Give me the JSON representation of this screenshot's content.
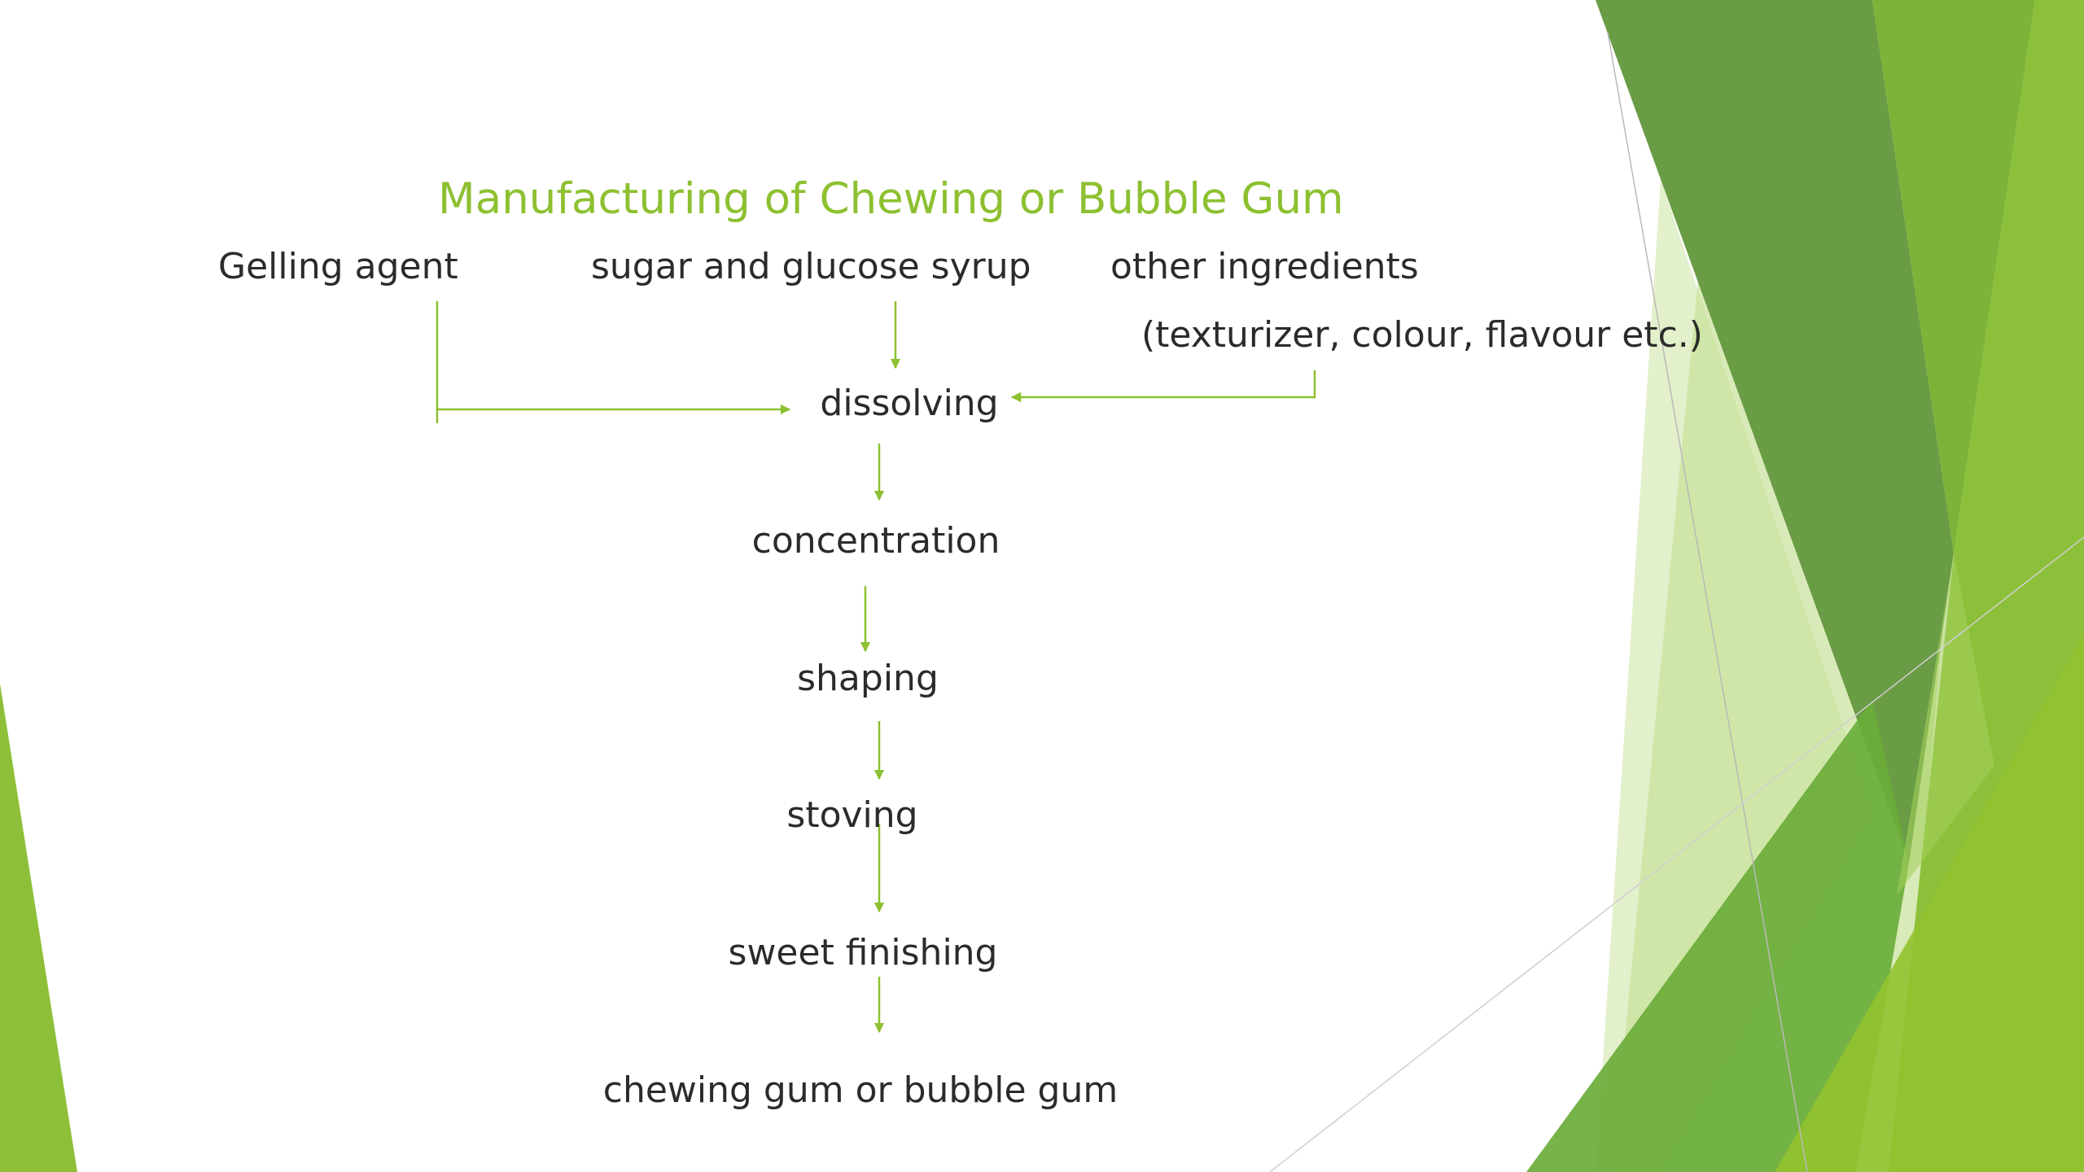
{
  "slide": {
    "title": "Manufacturing of Chewing or Bubble Gum",
    "accent_color": "#8dc030",
    "text_color": "#2b2b2b"
  },
  "inputs": {
    "gelling_agent": "Gelling agent",
    "sugar_syrup": "sugar and glucose syrup",
    "other_ingredients": "other ingredients",
    "other_ingredients_detail": "(texturizer, colour, flavour etc.)"
  },
  "steps": {
    "dissolving": "dissolving",
    "concentration": "concentration",
    "shaping": "shaping",
    "stoving": "stoving",
    "sweet_finishing": "sweet finishing",
    "product": "chewing gum or bubble gum"
  }
}
